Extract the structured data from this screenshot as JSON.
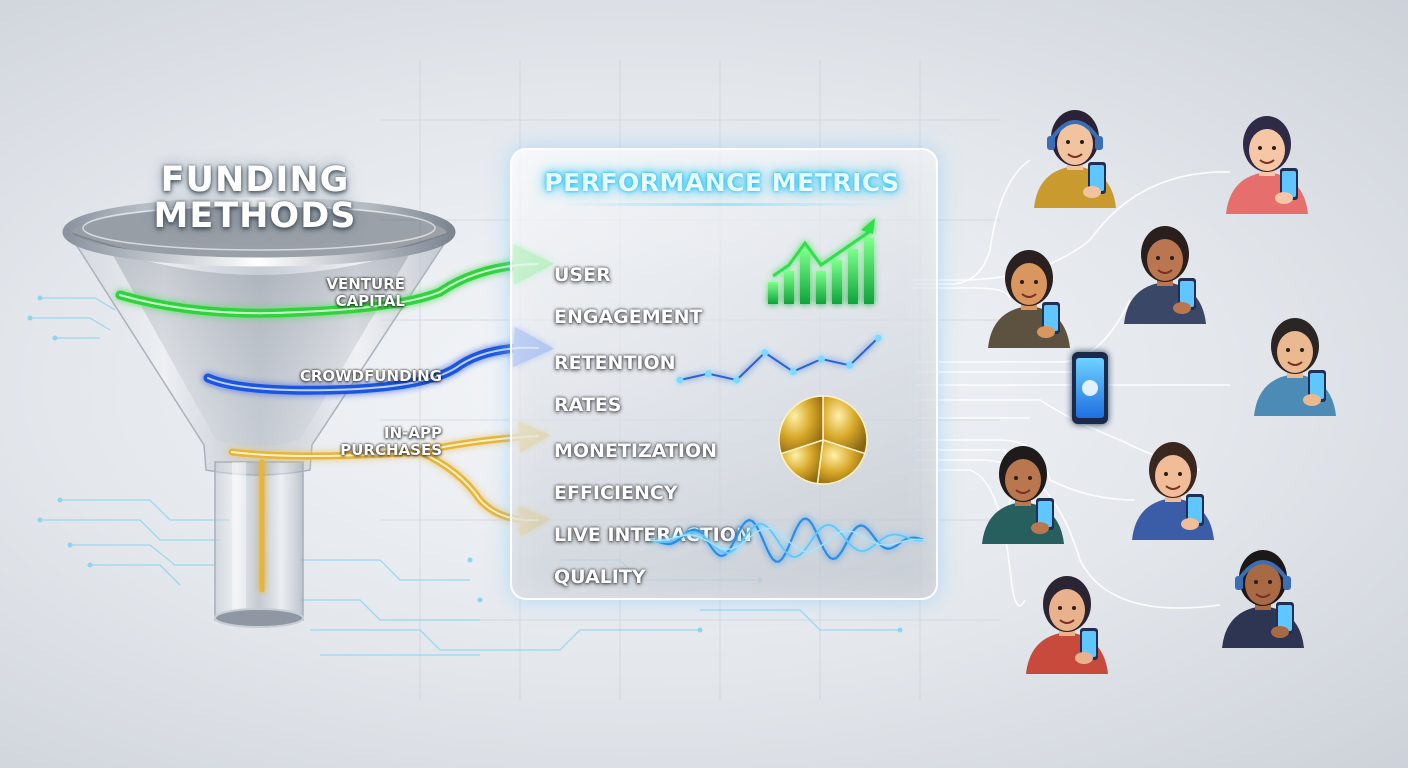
{
  "funnel": {
    "title_line1": "FUNDING",
    "title_line2": "METHODS",
    "methods": [
      {
        "line1": "VENTURE",
        "line2": "CAPITAL",
        "color": "#33d13f"
      },
      {
        "line1": "CROWDFUNDING",
        "line2": "",
        "color": "#1f57e0"
      },
      {
        "line1": "IN-APP",
        "line2": "PURCHASES",
        "color": "#e6b53a"
      }
    ]
  },
  "metrics_panel": {
    "title": "PERFORMANCE METRICS",
    "metrics": [
      {
        "line1": "USER",
        "line2": "ENGAGEMENT",
        "icon": "bar-chart-icon",
        "bars": [
          2,
          3,
          5,
          3,
          4,
          5,
          6
        ]
      },
      {
        "line1": "RETENTION",
        "line2": "RATES",
        "icon": "line-chart-icon",
        "points": [
          1,
          1.6,
          1,
          3.6,
          1.8,
          3,
          2.4,
          5
        ]
      },
      {
        "line1": "MONETIZATION",
        "line2": "EFFICIENCY",
        "icon": "pie-chart-icon",
        "slices": [
          30,
          22,
          18,
          30
        ]
      },
      {
        "line1": "LIVE INTERACTION",
        "line2": "QUALITY",
        "icon": "waveform-icon"
      }
    ]
  },
  "audience": {
    "people": [
      {
        "name": "woman-headset",
        "shirt": "#c99a2e",
        "skin": "#f2c39f",
        "hair": "#2c2238",
        "headset": true
      },
      {
        "name": "woman-pink",
        "shirt": "#e66f6e",
        "skin": "#f5c7a7",
        "hair": "#2f2a45",
        "headset": false
      },
      {
        "name": "woman-bun",
        "shirt": "#5d5240",
        "skin": "#d9965e",
        "hair": "#2a2020",
        "headset": false
      },
      {
        "name": "man-hoodie",
        "shirt": "#3a4766",
        "skin": "#b97650",
        "hair": "#2a1f1c",
        "headset": false
      },
      {
        "name": "man-beard-blue",
        "shirt": "#4b8bb5",
        "skin": "#eab990",
        "hair": "#2b2523",
        "headset": false
      },
      {
        "name": "man-teal",
        "shirt": "#275e5e",
        "skin": "#b9774f",
        "hair": "#1f1b1a",
        "headset": false
      },
      {
        "name": "woman-curly",
        "shirt": "#3b5da8",
        "skin": "#f0bd98",
        "hair": "#3a2820",
        "headset": false
      },
      {
        "name": "woman-red",
        "shirt": "#c84a3c",
        "skin": "#e9b28c",
        "hair": "#2b2432",
        "headset": false
      },
      {
        "name": "man-headset-navy",
        "shirt": "#2d3552",
        "skin": "#a86a44",
        "hair": "#1c1818",
        "headset": true
      }
    ]
  }
}
